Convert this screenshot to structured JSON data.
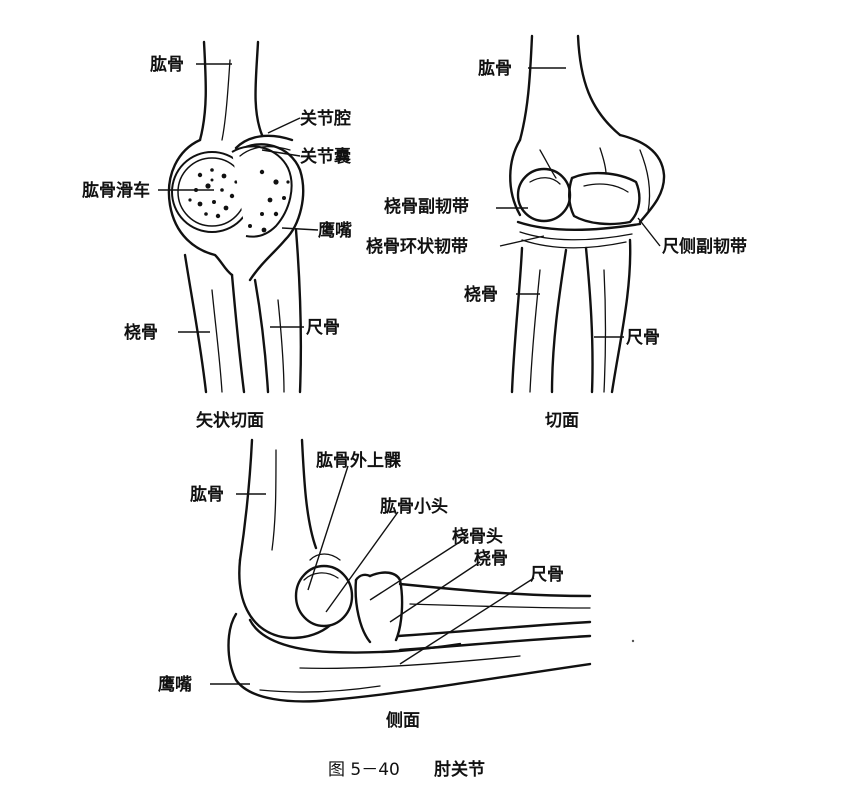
{
  "sagittal": {
    "caption": "矢状切面",
    "humerus": "肱骨",
    "joint_cavity": "关节腔",
    "joint_capsule": "关节囊",
    "trochlea": "肱骨滑车",
    "olecranon": "鹰嘴",
    "radius": "桡骨",
    "ulna": "尺骨"
  },
  "anterior": {
    "caption": "切面",
    "humerus": "肱骨",
    "radial_collateral": "桡骨副韧带",
    "annular": "桡骨环状韧带",
    "ulnar_collateral": "尺侧副韧带",
    "radius": "桡骨",
    "ulna": "尺骨"
  },
  "lateral": {
    "caption": "侧面",
    "humerus": "肱骨",
    "lateral_epicondyle": "肱骨外上髁",
    "capitulum": "肱骨小头",
    "radial_head": "桡骨头",
    "radius": "桡骨",
    "ulna": "尺骨",
    "olecranon": "鹰嘴"
  },
  "figure": {
    "number": "图 5－40",
    "title": "肘关节"
  }
}
